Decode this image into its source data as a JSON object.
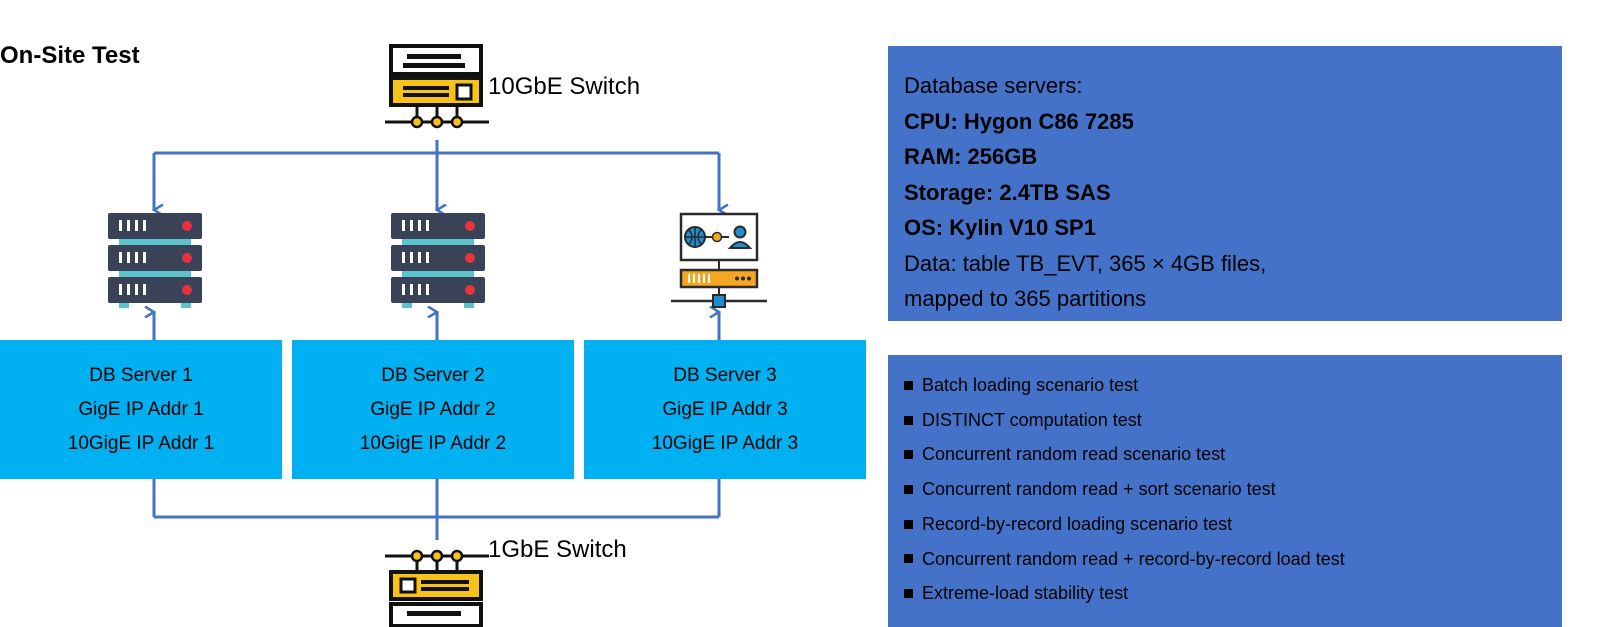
{
  "title": "On-Site Test",
  "colors": {
    "connector": "#4472c4",
    "server_box": "#00b0f0",
    "panel": "#4472c8"
  },
  "switches": {
    "top": {
      "label": "10GbE Switch",
      "icon": "network-switch-icon"
    },
    "bottom": {
      "label": "1GbE Switch",
      "icon": "network-switch-icon"
    }
  },
  "servers": [
    {
      "name": "DB Server 1",
      "gige": "GigE IP Addr 1",
      "tengige": "10GigE IP Addr 1",
      "icon": "server-rack-icon"
    },
    {
      "name": "DB Server 2",
      "gige": "GigE IP Addr 2",
      "tengige": "10GigE IP Addr 2",
      "icon": "server-rack-icon"
    },
    {
      "name": "DB Server 3",
      "gige": "GigE IP Addr 3",
      "tengige": "10GigE IP Addr 3",
      "icon": "web-server-icon"
    }
  ],
  "specs": {
    "heading": "Database servers:",
    "cpu": "CPU: Hygon C86 7285",
    "ram": "RAM: 256GB",
    "storage": "Storage: 2.4TB SAS",
    "os": "OS: Kylin V10 SP1",
    "data_line1": "Data: table TB_EVT, 365 × 4GB files,",
    "data_line2": "mapped to 365 partitions"
  },
  "tests": [
    "Batch loading scenario test",
    "DISTINCT computation test",
    "Concurrent random read scenario test",
    "Concurrent random read + sort scenario test",
    "Record-by-record loading scenario test",
    "Concurrent random read + record-by-record load test",
    "Extreme-load stability test"
  ]
}
